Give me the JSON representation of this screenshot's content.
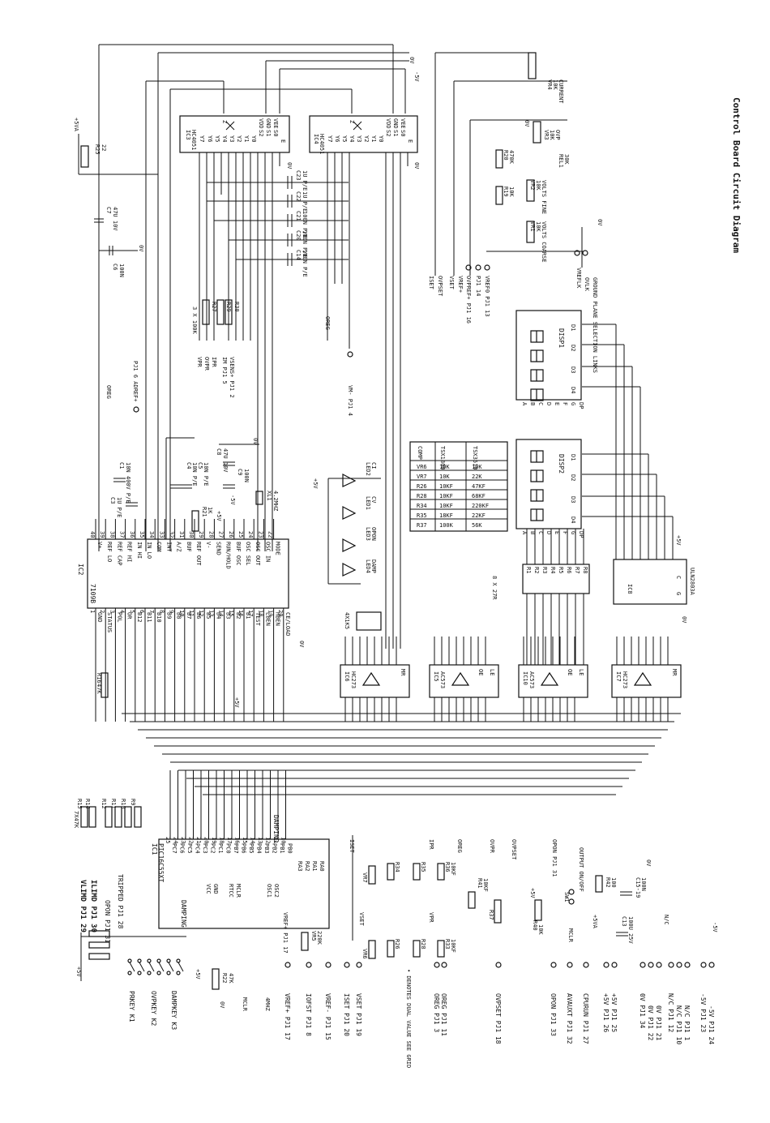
{
  "title": "Control Board Circuit Diagram",
  "ics": {
    "ic1": {
      "ref": "IC1",
      "part": "PIC16C55XT",
      "pins_left": [
        "25",
        "24",
        "23",
        "22",
        "21",
        "20",
        "19",
        "18",
        "17",
        "16",
        "15",
        "14",
        "13",
        "12",
        "11",
        "10"
      ],
      "pins_left_names": [
        "PC7",
        "PC6",
        "PC5",
        "PC4",
        "PC3",
        "PC2",
        "PC1",
        "PC0",
        "PB7",
        "PB6",
        "PB5",
        "PB4",
        "PB3",
        "PB2",
        "PB1",
        "PB0"
      ],
      "misc": [
        "VCC",
        "GND",
        "RTCC",
        "MCLR",
        "OSC1",
        "OSC2",
        "RA3",
        "RA2",
        "RA1",
        "RA0"
      ]
    },
    "ic2": {
      "ref": "IC2",
      "part": "7109B",
      "pins_a": [
        "GND",
        "STATUS",
        "POL",
        "OR",
        "B12",
        "B11",
        "B10",
        "B9",
        "B8",
        "B7",
        "B6",
        "B5",
        "B4",
        "B3",
        "B2",
        "B1",
        "TEST",
        "LBEN",
        "HBEN",
        "CE/LOAD"
      ],
      "pins_b": [
        "V+",
        "REF LO",
        "REF CAP",
        "REF HI",
        "IN HI",
        "IN LO",
        "COM",
        "INT",
        "A/Z",
        "BUF",
        "REF OUT",
        "V-",
        "SEND",
        "RUN/HOLD",
        "BUF OSC",
        "OSC SEL",
        "OSC OUT",
        "OSC IN",
        "MODE"
      ],
      "nums_a": [
        "1",
        "2",
        "3",
        "4",
        "5",
        "6",
        "7",
        "8",
        "9",
        "10",
        "11",
        "12",
        "13",
        "14",
        "15",
        "16",
        "17",
        "18",
        "19",
        "20"
      ],
      "nums_b": [
        "40",
        "39",
        "38",
        "37",
        "36",
        "35",
        "34",
        "33",
        "32",
        "31",
        "30",
        "29",
        "28",
        "27",
        "26",
        "25",
        "24",
        "23",
        "22",
        "21"
      ]
    },
    "ic3": {
      "ref": "IC3",
      "part": "HC4051",
      "pins": [
        "Y7",
        "Y6",
        "Y5",
        "Y4",
        "Y3",
        "Y2",
        "Y1",
        "Y0",
        "S2",
        "S1",
        "S0",
        "E",
        "Z",
        "VDD",
        "GND",
        "VEE"
      ]
    },
    "ic4": {
      "ref": "IC4",
      "part": "HC4051",
      "pins": [
        "Y7",
        "Y6",
        "Y5",
        "Y4",
        "Y3",
        "Y2",
        "Y1",
        "Y0",
        "S2",
        "S1",
        "S0",
        "E",
        "Z",
        "VDD",
        "GND",
        "VEE"
      ]
    },
    "ic5": {
      "ref": "IC5",
      "part": "AC573",
      "pins": [
        "LE",
        "OE"
      ]
    },
    "ic6": {
      "ref": "IC6",
      "part": "HC273",
      "pins": [
        "MR"
      ]
    },
    "ic7": {
      "ref": "IC7",
      "part": "HC273",
      "pins": [
        "MR"
      ]
    },
    "ic8": {
      "ref": "IC8",
      "part": "ULN2803A",
      "pins": [
        "C",
        "G"
      ]
    },
    "ic10": {
      "ref": "IC10",
      "part": "AC573",
      "pins": [
        "LE",
        "OE"
      ]
    }
  },
  "displays": [
    {
      "ref": "DISP1",
      "digits": [
        "D4",
        "D3",
        "D2",
        "D1"
      ],
      "segs": [
        "A",
        "B",
        "C",
        "D",
        "E",
        "F",
        "G",
        "DP"
      ]
    },
    {
      "ref": "DISP2",
      "digits": [
        "D4",
        "D3",
        "D2",
        "D1"
      ],
      "segs": [
        "A",
        "B",
        "C",
        "D",
        "E",
        "F",
        "G",
        "DP"
      ]
    }
  ],
  "leds": [
    {
      "ref": "LED1",
      "label": "CV"
    },
    {
      "ref": "LED2",
      "label": "CI"
    },
    {
      "ref": "LED3",
      "label": "OPON"
    },
    {
      "ref": "LED4",
      "label": "DAMP"
    }
  ],
  "pots": [
    {
      "ref": "VR1",
      "value": "10K",
      "name": "VOLTS COARSE"
    },
    {
      "ref": "VR2",
      "value": "10K",
      "name": "VOLTS FINE"
    },
    {
      "ref": "VR3",
      "value": "10K",
      "name": "OVP"
    },
    {
      "ref": "VR4",
      "value": "10K",
      "name": "CURRENT"
    },
    {
      "ref": "VR5",
      "value": "220K",
      "name": ""
    },
    {
      "ref": "VR6",
      "value": "",
      "name": ""
    },
    {
      "ref": "VR7",
      "value": "",
      "name": ""
    }
  ],
  "resistors": [
    {
      "ref": "R25",
      "value": "22"
    },
    {
      "ref": "R16",
      "value": "47K"
    },
    {
      "ref": "R17",
      "value": ""
    },
    {
      "ref": "R18",
      "value": ""
    },
    {
      "ref": "R19",
      "value": "10K"
    },
    {
      "ref": "R20",
      "value": "470K"
    },
    {
      "ref": "R21",
      "value": "1K"
    },
    {
      "ref": "R22",
      "value": "47K"
    },
    {
      "ref": "R24",
      "value": "30K"
    },
    {
      "ref": "R34",
      "value": ""
    },
    {
      "ref": "R35",
      "value": ""
    },
    {
      "ref": "R36",
      "value": "10KF"
    },
    {
      "ref": "R37",
      "value": ""
    },
    {
      "ref": "R40",
      "value": "10K"
    },
    {
      "ref": "R41",
      "value": "10KF"
    },
    {
      "ref": "R42",
      "value": "100"
    },
    {
      "ref": "R33",
      "value": "10KF"
    },
    {
      "ref": "R28",
      "value": ""
    },
    {
      "ref": "R26",
      "value": ""
    }
  ],
  "capacitors": [
    {
      "ref": "C7",
      "value": "47U 10V"
    },
    {
      "ref": "C6",
      "value": "100N"
    },
    {
      "ref": "C1",
      "value": "10N 400V P/E"
    },
    {
      "ref": "C3",
      "value": "1U P/E"
    },
    {
      "ref": "C4",
      "value": "10N P/E"
    },
    {
      "ref": "C5",
      "value": "10N P/E"
    },
    {
      "ref": "C8",
      "value": "47U 10V"
    },
    {
      "ref": "C9",
      "value": "100N"
    },
    {
      "ref": "C13",
      "value": "100U 25V"
    },
    {
      "ref": "C15-19",
      "value": "100N"
    },
    {
      "ref": "C23",
      "value": "1U P/E"
    },
    {
      "ref": "C22",
      "value": "1U P/E"
    },
    {
      "ref": "C21",
      "value": "100N P/E"
    },
    {
      "ref": "C20",
      "value": "100N P/E"
    },
    {
      "ref": "C14",
      "value": "100N P/E"
    }
  ],
  "crystal": {
    "ref": "XL1",
    "value": "4.2MHZ"
  },
  "resistor_arrays": [
    {
      "label": "3 X 100K",
      "refs": [
        "R27",
        "R29",
        "R30"
      ]
    },
    {
      "label": "4X1K5",
      "refs": [
        "R17",
        "R18",
        "R38",
        "R39"
      ]
    },
    {
      "label": "8 X 27R",
      "refs": [
        "R1",
        "R2",
        "R3",
        "R4",
        "R5",
        "R6",
        "R7",
        "R8"
      ]
    },
    {
      "label": "7X47K",
      "refs": [
        "R15",
        "R14",
        "R12",
        "R11",
        "R10",
        "R9"
      ]
    }
  ],
  "selection_table": {
    "headers": [
      "COMP",
      "TSX1800",
      "TSX3510"
    ],
    "rows": [
      [
        "VR6",
        "10K",
        "10K"
      ],
      [
        "VR7",
        "10K",
        "22K"
      ],
      [
        "R26",
        "10KF",
        "47KF"
      ],
      [
        "R28",
        "10KF",
        "68KF"
      ],
      [
        "R34",
        "10KF",
        "220KF"
      ],
      [
        "R35",
        "18KF",
        "22KF"
      ],
      [
        "R37",
        "100K",
        "56K"
      ]
    ]
  },
  "connectors": {
    "pj1_left": [
      "VLIMD PJ1 29",
      "ILIMD PJ1 30",
      "TRIPPED PJ1 28",
      "OPON PJ1 31"
    ],
    "keys": [
      "PRKEY K1",
      "OVPKEY K2",
      "DAMPKEY K3"
    ],
    "bottom": [
      "VREF+ PJ1 17",
      "IOFST PJ1 8",
      "VREF- PJ1 15",
      "ISET PJ1 20",
      "VSET PJ1 19",
      "OREG PJ1 3",
      "OREG PJ1 11",
      "OVPSET PJ1 18",
      "OPON PJ1 33",
      "AVAUXT PJ1 32",
      "CPURUN PJ1 27"
    ],
    "power": [
      "+5V PJ1 26",
      "+5V PJ1 25",
      "0V PJ1 34",
      "0V PJ1 22",
      "0V PJ1 21",
      "N/C PJ1 12",
      "N/C PJ1 10",
      "N/C PJ1 1",
      "-5V PJ1 23",
      "-5V PJ1 24"
    ],
    "analog": [
      "VPR",
      "OVPR",
      "IPR",
      "IM PJ1 5",
      "VSENS+ PJ1 2",
      "VM- PJ1 4",
      "OREG",
      "PJ1 6 ADREF+",
      "ISET",
      "OVPSET",
      "VSET",
      "VREF+",
      "OVPREF+ PJ1 16",
      "PJ1 14",
      "VREF0 PJ1 13",
      "VREFLK",
      "OVLK",
      "GROUND PLANE SELECTION LINKS"
    ]
  },
  "labels": {
    "damping": "DAMPING",
    "dual_note": "• DENOTES DUAL VALUE SEE GRID",
    "output": "OUTPUT ON/OFF",
    "sw1": "SW1",
    "rel1": "REL1",
    "mclr": "MCLR",
    "clk": "4MHZ",
    "gnd": "0V",
    "vcc": "+5V",
    "vcca": "+5VA",
    "vneg": "-5V",
    "nc": "N/C"
  }
}
